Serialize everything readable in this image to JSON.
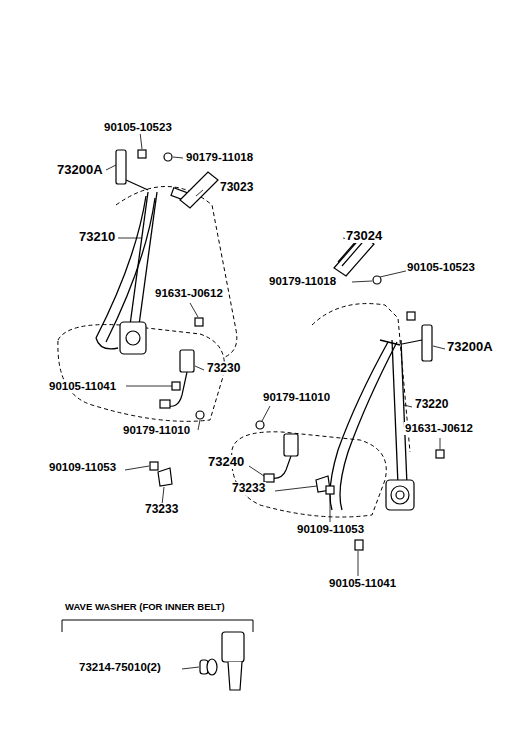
{
  "diagram": {
    "labels": [
      "90105-10523",
      "90179-11018",
      "73200A",
      "73023",
      "73210",
      "73024",
      "90179-11018",
      "90105-10523",
      "91631-J0612",
      "73200A",
      "73230",
      "90105-11041",
      "90179-11010",
      "73220",
      "90179-11010",
      "91631-J0612",
      "73240",
      "90109-11053",
      "73233",
      "73233",
      "90109-11053",
      "90105-11041",
      "WAVE WASHER (FOR INNER BELT)",
      "73214-75010(2)"
    ]
  }
}
